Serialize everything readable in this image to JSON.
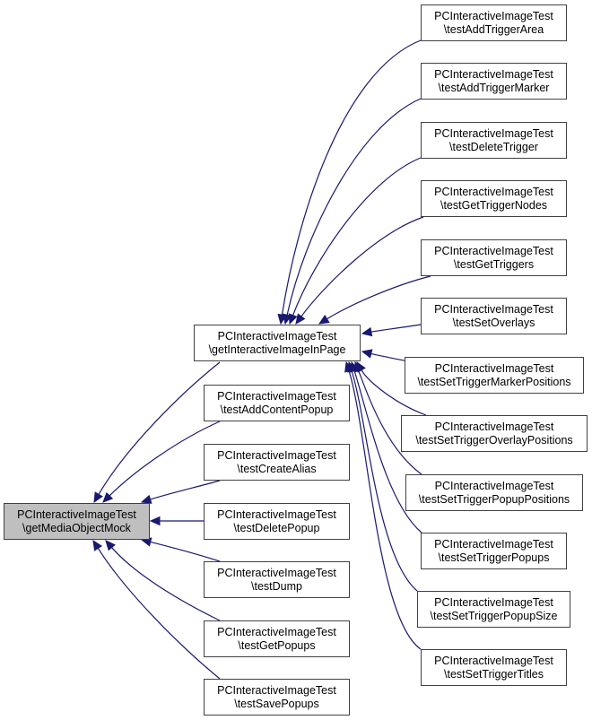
{
  "diagram": {
    "type": "call-graph",
    "edge_color": "#191970",
    "node_border_color": "#404040",
    "root_fill": "#bfbfbf",
    "nodes": [
      {
        "id": "root",
        "class": "PCInteractiveImageTest",
        "method": "\\getMediaObjectMock",
        "is_root": true
      },
      {
        "id": "getInteractiveImageInPage",
        "class": "PCInteractiveImageTest",
        "method": "\\getInteractiveImageInPage"
      },
      {
        "id": "testAddContentPopup",
        "class": "PCInteractiveImageTest",
        "method": "\\testAddContentPopup"
      },
      {
        "id": "testCreateAlias",
        "class": "PCInteractiveImageTest",
        "method": "\\testCreateAlias"
      },
      {
        "id": "testDeletePopup",
        "class": "PCInteractiveImageTest",
        "method": "\\testDeletePopup"
      },
      {
        "id": "testDump",
        "class": "PCInteractiveImageTest",
        "method": "\\testDump"
      },
      {
        "id": "testGetPopups",
        "class": "PCInteractiveImageTest",
        "method": "\\testGetPopups"
      },
      {
        "id": "testSavePopups",
        "class": "PCInteractiveImageTest",
        "method": "\\testSavePopups"
      },
      {
        "id": "testAddTriggerArea",
        "class": "PCInteractiveImageTest",
        "method": "\\testAddTriggerArea"
      },
      {
        "id": "testAddTriggerMarker",
        "class": "PCInteractiveImageTest",
        "method": "\\testAddTriggerMarker"
      },
      {
        "id": "testDeleteTrigger",
        "class": "PCInteractiveImageTest",
        "method": "\\testDeleteTrigger"
      },
      {
        "id": "testGetTriggerNodes",
        "class": "PCInteractiveImageTest",
        "method": "\\testGetTriggerNodes"
      },
      {
        "id": "testGetTriggers",
        "class": "PCInteractiveImageTest",
        "method": "\\testGetTriggers"
      },
      {
        "id": "testSetOverlays",
        "class": "PCInteractiveImageTest",
        "method": "\\testSetOverlays"
      },
      {
        "id": "testSetTriggerMarkerPositions",
        "class": "PCInteractiveImageTest",
        "method": "\\testSetTriggerMarkerPositions"
      },
      {
        "id": "testSetTriggerOverlayPositions",
        "class": "PCInteractiveImageTest",
        "method": "\\testSetTriggerOverlayPositions"
      },
      {
        "id": "testSetTriggerPopupPositions",
        "class": "PCInteractiveImageTest",
        "method": "\\testSetTriggerPopupPositions"
      },
      {
        "id": "testSetTriggerPopups",
        "class": "PCInteractiveImageTest",
        "method": "\\testSetTriggerPopups"
      },
      {
        "id": "testSetTriggerPopupSize",
        "class": "PCInteractiveImageTest",
        "method": "\\testSetTriggerPopupSize"
      },
      {
        "id": "testSetTriggerTitles",
        "class": "PCInteractiveImageTest",
        "method": "\\testSetTriggerTitles"
      }
    ],
    "edges": [
      {
        "from": "getInteractiveImageInPage",
        "to": "root"
      },
      {
        "from": "testAddContentPopup",
        "to": "root"
      },
      {
        "from": "testCreateAlias",
        "to": "root"
      },
      {
        "from": "testDeletePopup",
        "to": "root"
      },
      {
        "from": "testDump",
        "to": "root"
      },
      {
        "from": "testGetPopups",
        "to": "root"
      },
      {
        "from": "testSavePopups",
        "to": "root"
      },
      {
        "from": "testAddTriggerArea",
        "to": "getInteractiveImageInPage"
      },
      {
        "from": "testAddTriggerMarker",
        "to": "getInteractiveImageInPage"
      },
      {
        "from": "testDeleteTrigger",
        "to": "getInteractiveImageInPage"
      },
      {
        "from": "testGetTriggerNodes",
        "to": "getInteractiveImageInPage"
      },
      {
        "from": "testGetTriggers",
        "to": "getInteractiveImageInPage"
      },
      {
        "from": "testSetOverlays",
        "to": "getInteractiveImageInPage"
      },
      {
        "from": "testSetTriggerMarkerPositions",
        "to": "getInteractiveImageInPage"
      },
      {
        "from": "testSetTriggerOverlayPositions",
        "to": "getInteractiveImageInPage"
      },
      {
        "from": "testSetTriggerPopupPositions",
        "to": "getInteractiveImageInPage"
      },
      {
        "from": "testSetTriggerPopups",
        "to": "getInteractiveImageInPage"
      },
      {
        "from": "testSetTriggerPopupSize",
        "to": "getInteractiveImageInPage"
      },
      {
        "from": "testSetTriggerTitles",
        "to": "getInteractiveImageInPage"
      }
    ]
  }
}
